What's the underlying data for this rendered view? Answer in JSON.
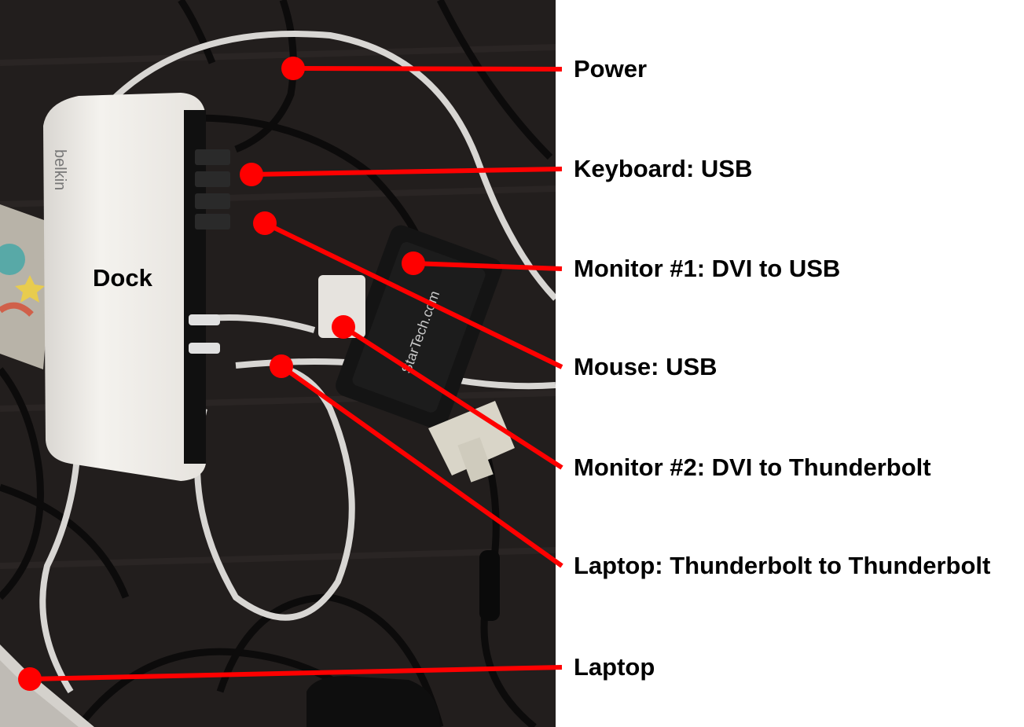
{
  "diagram": {
    "dock_label": "Dock",
    "brand_mark": "belkin",
    "adapter_brand": "StarTech.com",
    "line_color": "#ff0000",
    "callouts": [
      {
        "name": "power",
        "label": "Power"
      },
      {
        "name": "keyboard",
        "label": "Keyboard: USB"
      },
      {
        "name": "monitor-1",
        "label": "Monitor #1: DVI to USB"
      },
      {
        "name": "mouse",
        "label": "Mouse: USB"
      },
      {
        "name": "monitor-2",
        "label": "Monitor #2: DVI to Thunderbolt"
      },
      {
        "name": "laptop-cable",
        "label": "Laptop: Thunderbolt to Thunderbolt"
      },
      {
        "name": "laptop",
        "label": "Laptop"
      }
    ]
  }
}
